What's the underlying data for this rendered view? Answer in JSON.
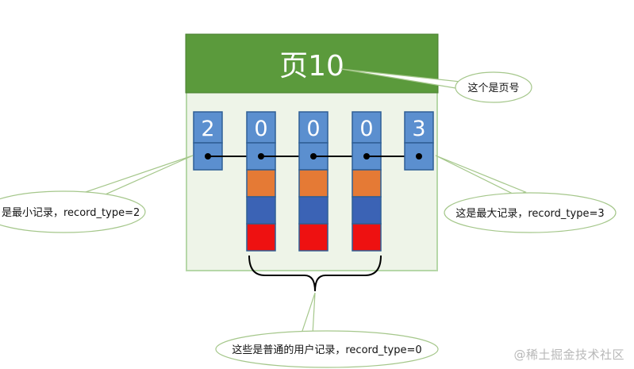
{
  "page": {
    "title": "页10",
    "header_color": "#5b9a3c",
    "body_color": "#eef4e8"
  },
  "records": [
    {
      "label": "2",
      "kind": "min-record"
    },
    {
      "label": "0",
      "kind": "user-record"
    },
    {
      "label": "0",
      "kind": "user-record"
    },
    {
      "label": "0",
      "kind": "user-record"
    },
    {
      "label": "3",
      "kind": "max-record"
    }
  ],
  "user_record_field_colors": [
    "#e57a35",
    "#3b63b5",
    "#ee1111"
  ],
  "record_header_color": "#5b8fcf",
  "callouts": {
    "page_number": "这个是页号",
    "min_record": "是最小记录，record_type=2",
    "max_record": "这是最大记录，record_type=3",
    "user_records": "这些是普通的用户记录，record_type=0"
  },
  "watermark": "@稀土掘金技术社区"
}
